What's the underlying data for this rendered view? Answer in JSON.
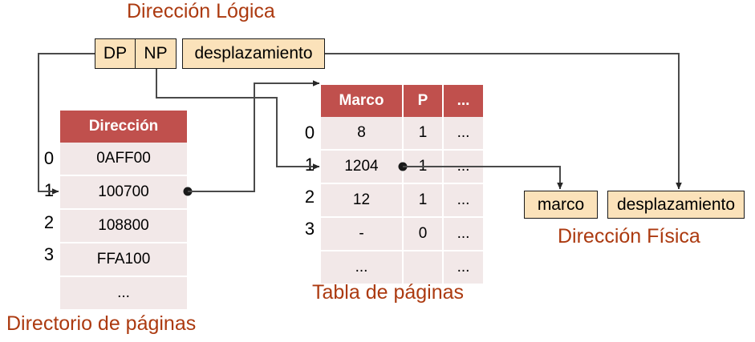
{
  "diagram": {
    "title_logical": "Dirección Lógica",
    "title_physical": "Dirección Física",
    "caption_directory": "Directorio de páginas",
    "caption_page_table": "Tabla de páginas",
    "colors": {
      "heading": "#AC3A10",
      "box_fill": "#FBE2BA",
      "box_border": "#1a1a1a",
      "table_header": "#C0504D",
      "table_row": "#F2E8E8",
      "arrow": "#404040"
    }
  },
  "logical_address": {
    "dp_label": "DP",
    "np_label": "NP",
    "offset_label": "desplazamiento"
  },
  "physical_address": {
    "frame_label": "marco",
    "offset_label": "desplazamiento"
  },
  "page_directory": {
    "headers": [
      "Dirección"
    ],
    "row_indices": [
      "0",
      "1",
      "2",
      "3"
    ],
    "rows": [
      [
        "0AFF00"
      ],
      [
        "100700"
      ],
      [
        "108800"
      ],
      [
        "FFA100"
      ],
      [
        "..."
      ]
    ]
  },
  "page_table": {
    "headers": [
      "Marco",
      "P",
      "..."
    ],
    "row_indices": [
      "0",
      "1",
      "2",
      "3"
    ],
    "rows": [
      [
        "8",
        "1",
        "..."
      ],
      [
        "1204",
        "1",
        "..."
      ],
      [
        "12",
        "1",
        "..."
      ],
      [
        "-",
        "0",
        "..."
      ],
      [
        "...",
        "",
        "..."
      ]
    ]
  }
}
